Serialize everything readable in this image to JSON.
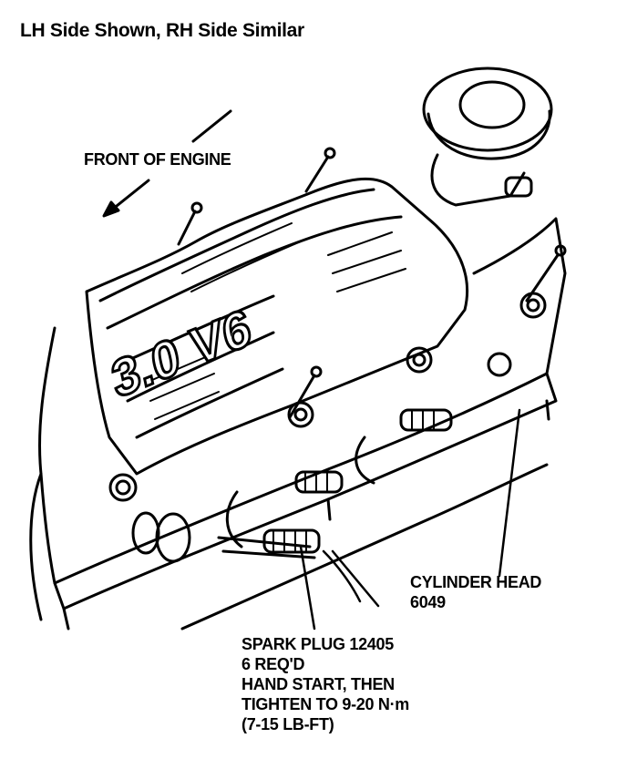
{
  "title": "LH Side Shown, RH Side Similar",
  "front_label": "FRONT OF ENGINE",
  "valve_cover_text": "3.0 V6",
  "cylinder_head": {
    "name": "CYLINDER HEAD",
    "part_no": "6049"
  },
  "spark_plug": {
    "line1": "SPARK PLUG 12405",
    "line2": "6 REQ'D",
    "line3": "HAND START, THEN",
    "line4": "TIGHTEN TO 9-20 N·m",
    "line5": "(7-15 LB-FT)"
  }
}
